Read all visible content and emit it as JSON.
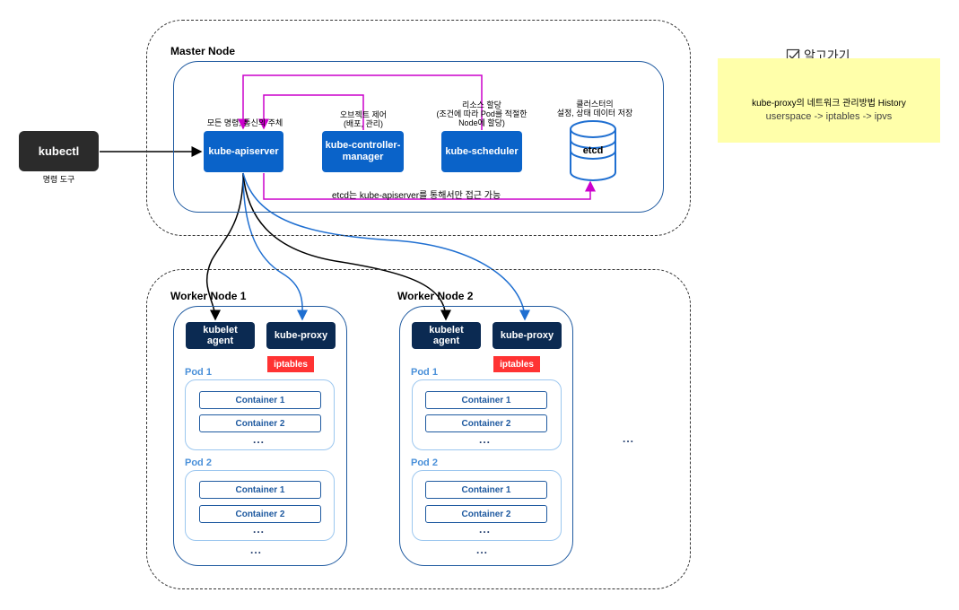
{
  "master": {
    "title": "Master Node",
    "apiserver": "kube-apiserver",
    "apiserver_note": "모든 명령, 통신의 주체",
    "controller": "kube-controller-manager",
    "controller_note_line1": "오브젝트 제어",
    "controller_note_line2": "(배포, 관리)",
    "scheduler": "kube-scheduler",
    "scheduler_note_line1": "리소스 할당",
    "scheduler_note_line2": "(조건에 따라 Pod를 적절한",
    "scheduler_note_line3": "Node에 할당)",
    "etcd": "etcd",
    "etcd_note_line1": "클러스터의",
    "etcd_note_line2": "설정, 상태 데이터 저장",
    "etcd_access_note": "etcd는 kube-apiserver를 통해서만 접근 가능"
  },
  "kubectl": {
    "label": "kubectl",
    "caption": "명령 도구"
  },
  "workers": [
    {
      "title": "Worker Node 1",
      "kubelet": "kubelet agent",
      "kube_proxy": "kube-proxy",
      "iptables": "iptables",
      "pods": [
        {
          "label": "Pod 1",
          "containers": [
            "Container 1",
            "Container 2"
          ],
          "more": "..."
        },
        {
          "label": "Pod 2",
          "containers": [
            "Container 1",
            "Container 2"
          ],
          "more": "..."
        }
      ],
      "more": "..."
    },
    {
      "title": "Worker Node 2",
      "kubelet": "kubelet agent",
      "kube_proxy": "kube-proxy",
      "iptables": "iptables",
      "pods": [
        {
          "label": "Pod 1",
          "containers": [
            "Container 1",
            "Container 2"
          ],
          "more": "..."
        },
        {
          "label": "Pod 2",
          "containers": [
            "Container 1",
            "Container 2"
          ],
          "more": "..."
        }
      ],
      "more": "..."
    }
  ],
  "workers_more": "...",
  "note": {
    "title": "알고가기",
    "line1": "kube-proxy의 네트워크 관리방법 History",
    "line2": "userspace -> iptables -> ipvs"
  },
  "colors": {
    "blue_box": "#0a63c9",
    "navy_box": "#0b2a52",
    "magenta_arrow": "#cc00cc",
    "blue_arrow": "#1f6fd1",
    "note_bg": "#ffffaa",
    "iptables_red": "#ff3333"
  }
}
